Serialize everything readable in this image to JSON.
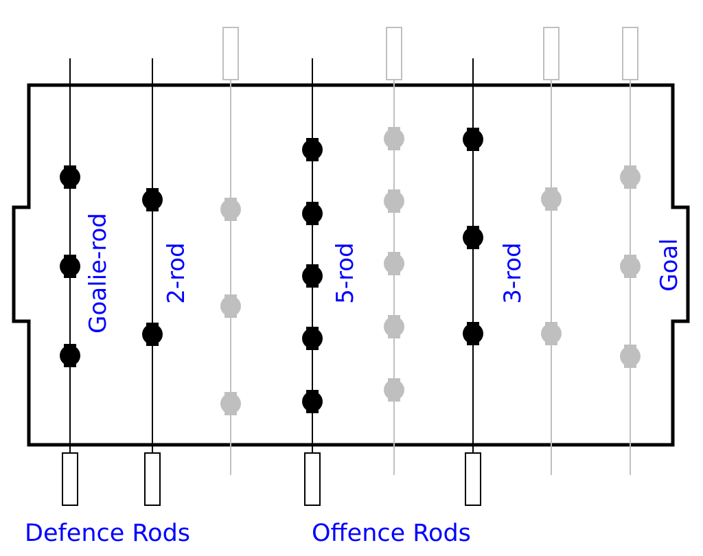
{
  "colors": {
    "active": "#000000",
    "inactive": "#bfbfbf",
    "label": "#0000ff",
    "background": "#ffffff"
  },
  "rods": [
    {
      "id": "goalie",
      "team": "active",
      "label": "Goalie-rod",
      "players": 3
    },
    {
      "id": "two",
      "team": "active",
      "label": "2-rod",
      "players": 2
    },
    {
      "id": "opp-three",
      "team": "inactive",
      "label": "",
      "players": 3
    },
    {
      "id": "five",
      "team": "active",
      "label": "5-rod",
      "players": 5
    },
    {
      "id": "opp-five",
      "team": "inactive",
      "label": "",
      "players": 5
    },
    {
      "id": "three",
      "team": "active",
      "label": "3-rod",
      "players": 3
    },
    {
      "id": "opp-two",
      "team": "inactive",
      "label": "",
      "players": 2
    },
    {
      "id": "opp-goalie",
      "team": "inactive",
      "label": "",
      "players": 3
    }
  ],
  "goal_label": "Goal",
  "bottom_labels": {
    "defence": "Defence Rods",
    "offence": "Offence Rods"
  }
}
